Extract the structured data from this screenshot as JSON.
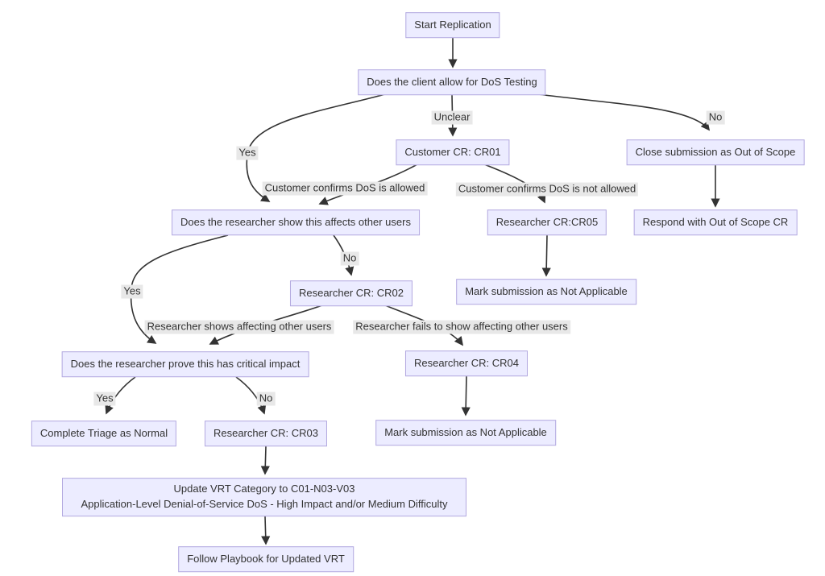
{
  "diagram": {
    "type": "flowchart",
    "colors": {
      "background": "#FFFFFF",
      "node_fill": "#ECECFF",
      "node_border": "#B3A9E0",
      "edge_stroke": "#333333",
      "edge_label_bg": "#E8E8E8",
      "text": "#333333"
    },
    "nodes": {
      "start": {
        "label": "Start Replication"
      },
      "q_client_dos": {
        "label": "Does the client allow for DoS Testing"
      },
      "cr01": {
        "label": "Customer CR: CR01"
      },
      "close_oos": {
        "label": "Close submission as Out of Scope"
      },
      "respond_oos": {
        "label": "Respond with Out of Scope CR"
      },
      "q_affects_users": {
        "label": "Does the researcher show this affects other users"
      },
      "cr05": {
        "label": "Researcher CR:CR05"
      },
      "na_right": {
        "label": "Mark submission as Not Applicable"
      },
      "cr02": {
        "label": "Researcher CR: CR02"
      },
      "q_critical_impact": {
        "label": "Does the researcher prove this has critical impact"
      },
      "cr04": {
        "label": "Researcher CR: CR04"
      },
      "complete_triage": {
        "label": "Complete Triage as Normal"
      },
      "cr03": {
        "label": "Researcher CR: CR03"
      },
      "na_bottom": {
        "label": "Mark submission as Not Applicable"
      },
      "update_vrt": {
        "line1": "Update VRT Category to C01-N03-V03",
        "line2": "Application-Level Denial-of-Service DoS - High Impact and/or Medium Difficulty"
      },
      "follow_playbook": {
        "label": "Follow Playbook for Updated VRT"
      }
    },
    "edge_labels": {
      "yes_top": "Yes",
      "unclear": "Unclear",
      "no_top": "No",
      "allowed": "Customer confirms DoS is allowed",
      "not_allowed": "Customer confirms DoS is not allowed",
      "yes_mid": "Yes",
      "no_mid": "No",
      "shows": "Researcher shows affecting other users",
      "fails": "Researcher fails to show affecting other users",
      "yes_bottom": "Yes",
      "no_bottom": "No"
    }
  }
}
